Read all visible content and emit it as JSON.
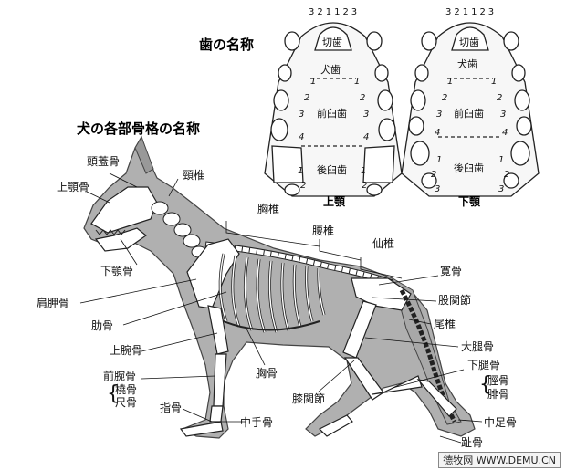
{
  "titles": {
    "teeth_title": "歯の名称",
    "skeleton_title": "犬の各部骨格の名称"
  },
  "upper_jaw": {
    "caption": "上顎",
    "order": "321123",
    "incisor": "切歯",
    "canine": "犬歯",
    "premolar": "前臼歯",
    "molar": "後臼歯",
    "left_numbers": [
      "1",
      "2",
      "3",
      "4",
      "1",
      "2"
    ],
    "right_numbers": [
      "1",
      "2",
      "3",
      "4",
      "1",
      "2"
    ]
  },
  "lower_jaw": {
    "caption": "下顎",
    "order": "321123",
    "incisor": "切歯",
    "canine": "犬歯",
    "premolar": "前臼歯",
    "molar": "後臼歯",
    "left_numbers": [
      "1",
      "2",
      "3",
      "4",
      "1",
      "2",
      "3"
    ],
    "right_numbers": [
      "1",
      "2",
      "3",
      "4",
      "1",
      "2",
      "3"
    ]
  },
  "bones": {
    "skull": "頭蓋骨",
    "upper_jaw": "上顎骨",
    "cervical": "頸椎",
    "thoracic": "胸椎",
    "lumbar": "腰椎",
    "sacral": "仙椎",
    "hip": "寛骨",
    "hip_joint": "股関節",
    "lower_jaw": "下顎骨",
    "scapula": "肩胛骨",
    "tail": "尾椎",
    "rib": "肋骨",
    "humerus": "上腕骨",
    "femur": "大腿骨",
    "lower_leg": "下腿骨",
    "tibia": "脛骨",
    "fibula": "腓骨",
    "forearm": "前腕骨",
    "radius": "橈骨",
    "ulna": "尺骨",
    "sternum": "胸骨",
    "knee": "膝関節",
    "finger": "指骨",
    "metacarpal": "中手骨",
    "metatarsal": "中足骨",
    "toe": "趾骨"
  },
  "watermark": "德牧网 WWW.DEMU.CN"
}
